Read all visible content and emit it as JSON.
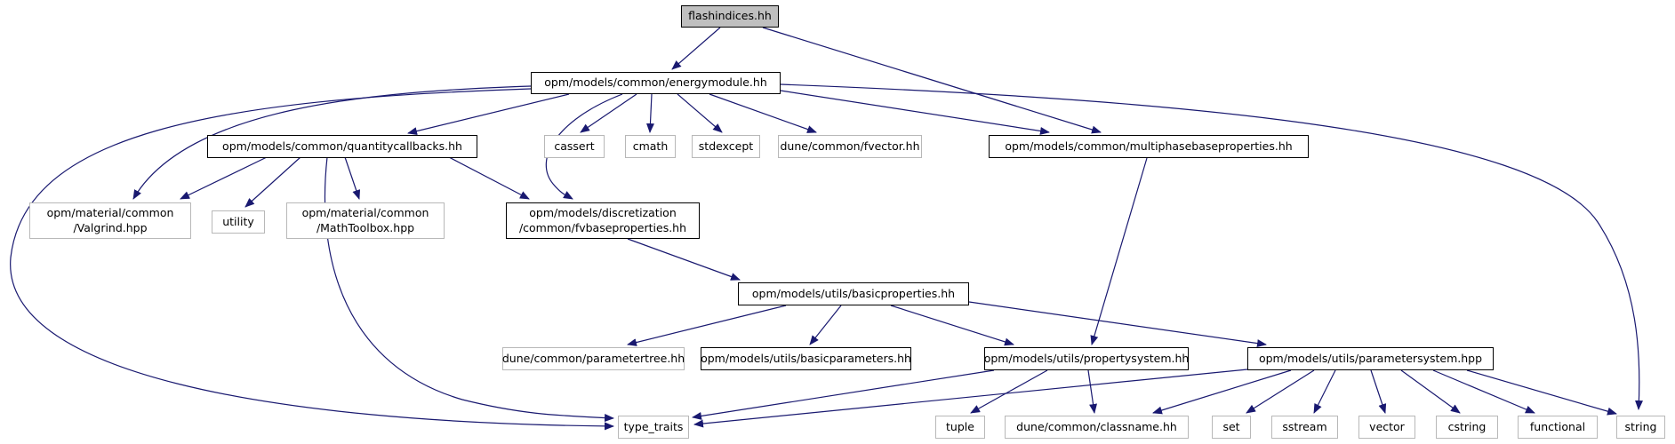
{
  "graph_title": "flashindices.hh",
  "colors": {
    "edge": "#191970",
    "linked_border": "#000000",
    "plain_border": "#b8b8b8",
    "root_fill": "#bfbfbf",
    "node_fill": "#ffffff",
    "page_bg": "#ffffff"
  },
  "nodes": {
    "fi": {
      "label": "flashindices.hh"
    },
    "em": {
      "label": "opm/models/common/energymodule.hh"
    },
    "qc": {
      "label": "opm/models/common/quantitycallbacks.hh"
    },
    "cassert": {
      "label": "cassert"
    },
    "cmath": {
      "label": "cmath"
    },
    "stdexcept": {
      "label": "stdexcept"
    },
    "fvector": {
      "label": "dune/common/fvector.hh"
    },
    "mp": {
      "label": "opm/models/common/multiphasebaseproperties.hh"
    },
    "valgrind": {
      "label": "opm/material/common\n/Valgrind.hpp"
    },
    "utility": {
      "label": "utility"
    },
    "mathtoolbox": {
      "label": "opm/material/common\n/MathToolbox.hpp"
    },
    "fvb": {
      "label": "opm/models/discretization\n/common/fvbaseproperties.hh"
    },
    "bp": {
      "label": "opm/models/utils/basicproperties.hh"
    },
    "pt": {
      "label": "dune/common/parametertree.hh"
    },
    "bpar": {
      "label": "opm/models/utils/basicparameters.hh"
    },
    "ps": {
      "label": "opm/models/utils/propertysystem.hh"
    },
    "param": {
      "label": "opm/models/utils/parametersystem.hpp"
    },
    "tt": {
      "label": "type_traits"
    },
    "tuple": {
      "label": "tuple"
    },
    "cn": {
      "label": "dune/common/classname.hh"
    },
    "set": {
      "label": "set"
    },
    "sstream": {
      "label": "sstream"
    },
    "vector": {
      "label": "vector"
    },
    "cstring": {
      "label": "cstring"
    },
    "functional": {
      "label": "functional"
    },
    "string": {
      "label": "string"
    }
  },
  "edges": [
    [
      "fi",
      "em"
    ],
    [
      "fi",
      "mp"
    ],
    [
      "em",
      "qc"
    ],
    [
      "em",
      "cassert"
    ],
    [
      "em",
      "cmath"
    ],
    [
      "em",
      "stdexcept"
    ],
    [
      "em",
      "fvector"
    ],
    [
      "em",
      "mp"
    ],
    [
      "em",
      "valgrind"
    ],
    [
      "em",
      "fvb"
    ],
    [
      "em",
      "tt"
    ],
    [
      "em",
      "string"
    ],
    [
      "qc",
      "valgrind"
    ],
    [
      "qc",
      "utility"
    ],
    [
      "qc",
      "mathtoolbox"
    ],
    [
      "qc",
      "fvb"
    ],
    [
      "qc",
      "tt"
    ],
    [
      "mp",
      "ps"
    ],
    [
      "fvb",
      "bp"
    ],
    [
      "bp",
      "pt"
    ],
    [
      "bp",
      "bpar"
    ],
    [
      "bp",
      "ps"
    ],
    [
      "bp",
      "param"
    ],
    [
      "ps",
      "tt"
    ],
    [
      "ps",
      "tuple"
    ],
    [
      "ps",
      "cn"
    ],
    [
      "param",
      "tt"
    ],
    [
      "param",
      "cn"
    ],
    [
      "param",
      "set"
    ],
    [
      "param",
      "sstream"
    ],
    [
      "param",
      "vector"
    ],
    [
      "param",
      "cstring"
    ],
    [
      "param",
      "functional"
    ],
    [
      "param",
      "string"
    ]
  ]
}
